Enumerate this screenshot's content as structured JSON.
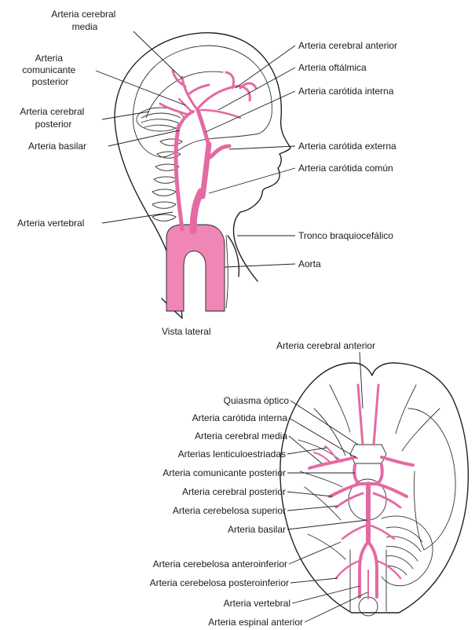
{
  "lateral": {
    "caption": "Vista lateral",
    "labels": {
      "cerebral_media": [
        "Arteria cerebral",
        "media"
      ],
      "comunicante_posterior": [
        "Arteria",
        "comunicante",
        "posterior"
      ],
      "cerebral_posterior": [
        "Arteria cerebral",
        "posterior"
      ],
      "basilar": "Arteria basilar",
      "vertebral": "Arteria vertebral",
      "cerebral_anterior": "Arteria cerebral anterior",
      "oftalmica": "Arteria oftálmica",
      "carotida_interna": "Arteria carótida interna",
      "carotida_externa": "Arteria carótida externa",
      "carotida_comun": "Arteria carótida común",
      "tronco": "Tronco braquiocefálico",
      "aorta": "Aorta"
    }
  },
  "inferior": {
    "labels": {
      "cerebral_anterior": "Arteria cerebral anterior",
      "quiasma": "Quiasma óptico",
      "carotida_interna": "Arteria carótida interna",
      "cerebral_media": "Arteria cerebral media",
      "lenticuloestriadas": "Arterias lenticuloestriadas",
      "comunicante_posterior": "Arteria comunicante posterior",
      "cerebral_posterior": "Arteria cerebral posterior",
      "cerebelosa_superior": "Arteria cerebelosa superior",
      "basilar": "Arteria basilar",
      "cerebelosa_anteroinferior": "Arteria cerebelosa anteroinferior",
      "cerebelosa_posteroinferior": "Arteria cerebelosa posteroinferior",
      "vertebral": "Arteria vertebral",
      "espinal_anterior": "Arteria espinal anterior"
    }
  }
}
